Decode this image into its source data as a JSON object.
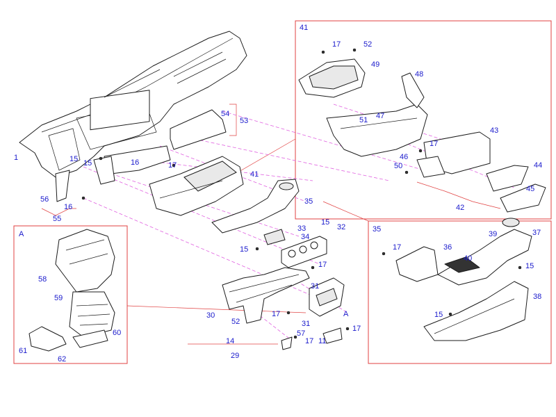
{
  "diagram": {
    "labels": {
      "l1": "1",
      "l11": "11",
      "l14": "14",
      "l15a": "15",
      "l15b": "15",
      "l15c": "15",
      "l15d": "15",
      "l15e": "15",
      "l15f": "15",
      "l16a": "16",
      "l16b": "16",
      "l17a": "17",
      "l17b": "17",
      "l17c": "17",
      "l17d": "17",
      "l17e": "17",
      "l17f": "17",
      "l17g": "17",
      "l17h": "17",
      "l29": "29",
      "l30": "30",
      "l31a": "31",
      "l31b": "31",
      "l32": "32",
      "l33": "33",
      "l34": "34",
      "l35a": "35",
      "l35b": "35",
      "l36": "36",
      "l37": "37",
      "l38": "38",
      "l39": "39",
      "l40": "40",
      "l41a": "41",
      "l41b": "41",
      "l42": "42",
      "l43": "43",
      "l44": "44",
      "l45": "45",
      "l46": "46",
      "l47": "47",
      "l48": "48",
      "l49": "49",
      "l50": "50",
      "l51": "51",
      "l52a": "52",
      "l52b": "52",
      "l53": "53",
      "l54": "54",
      "l55": "55",
      "l56": "56",
      "l57": "57",
      "l58": "58",
      "l59": "59",
      "l60": "60",
      "l61": "61",
      "l62": "62",
      "lA1": "A",
      "lA2": "A"
    },
    "colors": {
      "label": "#1a1acc",
      "leader": "#e04040",
      "assembly_line": "#e060e0",
      "outline": "#1b1b1b"
    }
  }
}
